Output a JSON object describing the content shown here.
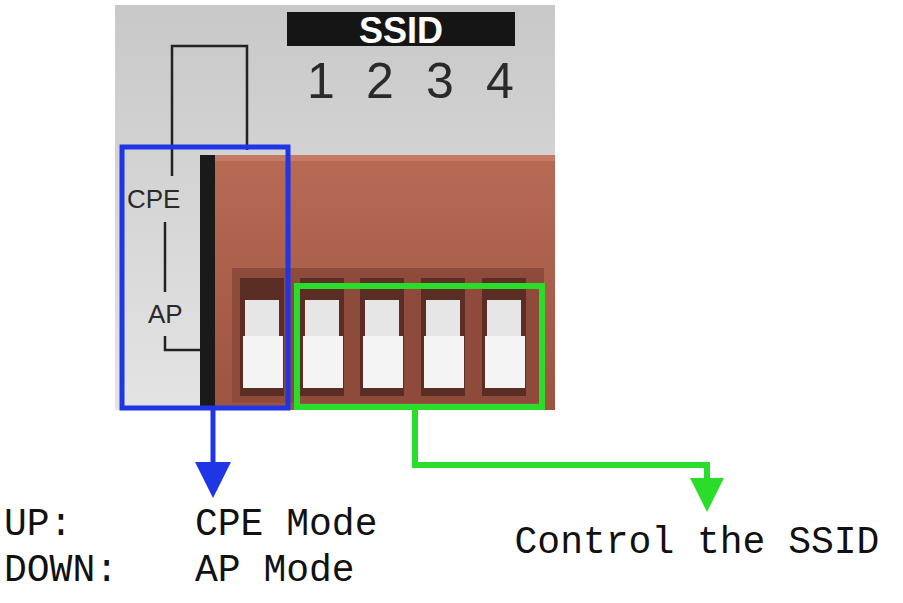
{
  "diagram": {
    "labels": [
      "SSID",
      "1",
      "2",
      "3",
      "4",
      "CPE",
      "AP",
      "UP:",
      "CPE Mode",
      "DOWN:",
      "AP Mode",
      "Control the SSID"
    ]
  }
}
